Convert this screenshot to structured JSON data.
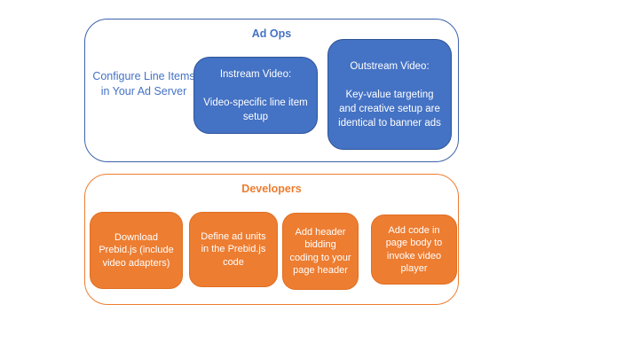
{
  "colors": {
    "blue_fill": "#4472c4",
    "blue_border": "#2f5597",
    "blue_group_border": "#3d62ab",
    "orange_fill": "#ed7d31",
    "orange_border": "#e06f22",
    "text_on_fill": "#ffffff"
  },
  "ad_ops": {
    "title": "Ad Ops",
    "side_note": "Configure Line Items in Your Ad Server",
    "boxes": [
      {
        "heading": "Instream Video:",
        "body": "Video-specific line item setup"
      },
      {
        "heading": "Outstream Video:",
        "body": "Key-value targeting and creative setup are identical to banner ads"
      }
    ]
  },
  "developers": {
    "title": "Developers",
    "boxes": [
      {
        "label": "Download Prebid.js (include video adapters)"
      },
      {
        "label": "Define ad units in the Prebid.js code"
      },
      {
        "label": "Add header bidding coding to your page header"
      },
      {
        "label": "Add code in page body to invoke video player"
      }
    ]
  }
}
